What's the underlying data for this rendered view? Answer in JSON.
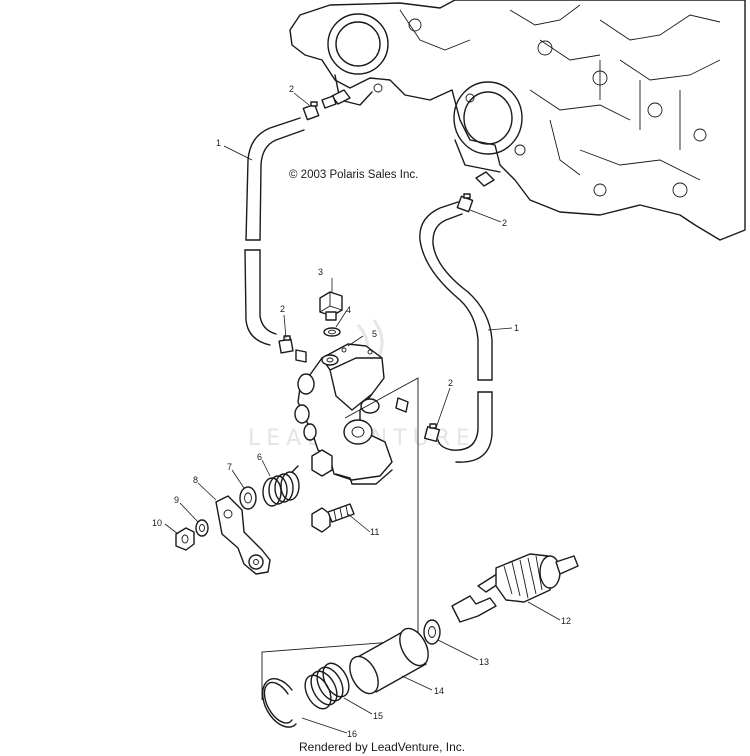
{
  "copyright": "© 2003 Polaris Sales Inc.",
  "footer": "Rendered by LeadVenture, Inc.",
  "watermark": "LEADVENTURE",
  "callouts": {
    "hose_upper_left": "1",
    "hose_right": "1",
    "clamp_top_left": "2",
    "clamp_top_right": "2",
    "clamp_mid_left": "2",
    "clamp_mid_right": "2",
    "banjo_bolt": "3",
    "washer_small": "4",
    "oil_pump": "5",
    "spring": "6",
    "washer_arm": "7",
    "control_arm": "8",
    "lock_washer": "9",
    "nut": "10",
    "mount_bolt": "11",
    "drive_gear": "12",
    "gear_washer": "13",
    "bushing": "14",
    "gear_spring": "15",
    "snap_ring": "16"
  },
  "colors": {
    "line": "#1a1a1a",
    "background": "#ffffff",
    "watermark": "#e4e4e4"
  }
}
